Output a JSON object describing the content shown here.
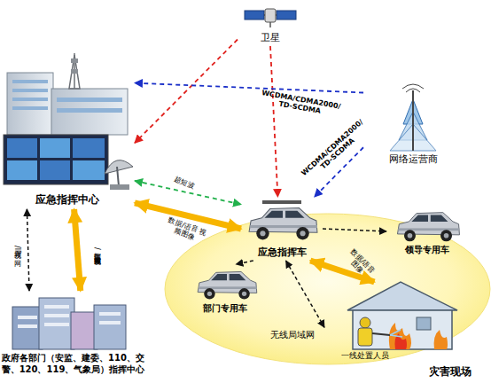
{
  "diagram": {
    "nodes": [
      {
        "text": [
          "卫星"
        ]
      },
      {
        "text": [
          "应急指挥中心"
        ]
      },
      {
        "text": [
          "网络运营商"
        ]
      },
      {
        "text": [
          "无线局域网"
        ]
      },
      {
        "text": [
          "应急指挥车"
        ],
        "in": 3
      },
      {
        "text": [
          "领导专用车"
        ],
        "in": 3
      },
      {
        "text": [
          "部门专用车"
        ],
        "in": 3
      },
      {
        "text": [
          "一线处置人员",
          "灾害现场"
        ]
      },
      {
        "text": [
          "政府各部门（安监、建委、110、交警、120、119、气象局）指挥中心"
        ]
      }
    ],
    "edges": [
      {
        "from": 0,
        "to": 1,
        "arrow": "to"
      },
      {
        "from": 0,
        "to": 4,
        "arrow": "to"
      },
      {
        "from": 2,
        "to": 1,
        "label": "WCDMA/CDMA2000/ TD-SCDMA",
        "arrow": "to"
      },
      {
        "from": 2,
        "to": 4,
        "label": "WCDMA/CDMA2000/ TD-SCDMA",
        "arrow": "to"
      },
      {
        "from": 1,
        "to": 4,
        "label": "超短波",
        "arrow": "both"
      },
      {
        "from": 1,
        "to": 4,
        "label": "数据/语音 视频图像",
        "arrow": "both"
      },
      {
        "from": 4,
        "to": 5,
        "arrow": "to"
      },
      {
        "from": 4,
        "to": 6,
        "arrow": "to"
      },
      {
        "from": 4,
        "to": 7,
        "label": "数据/语音 图像",
        "arrow": "both"
      },
      {
        "from": 4,
        "to": 7,
        "arrow": "both"
      },
      {
        "from": 1,
        "to": 8,
        "label": "视频/IP网",
        "arrow": "both"
      },
      {
        "from": 1,
        "to": 8,
        "label": "数据/语音 视频图像",
        "arrow": "both"
      }
    ]
  }
}
